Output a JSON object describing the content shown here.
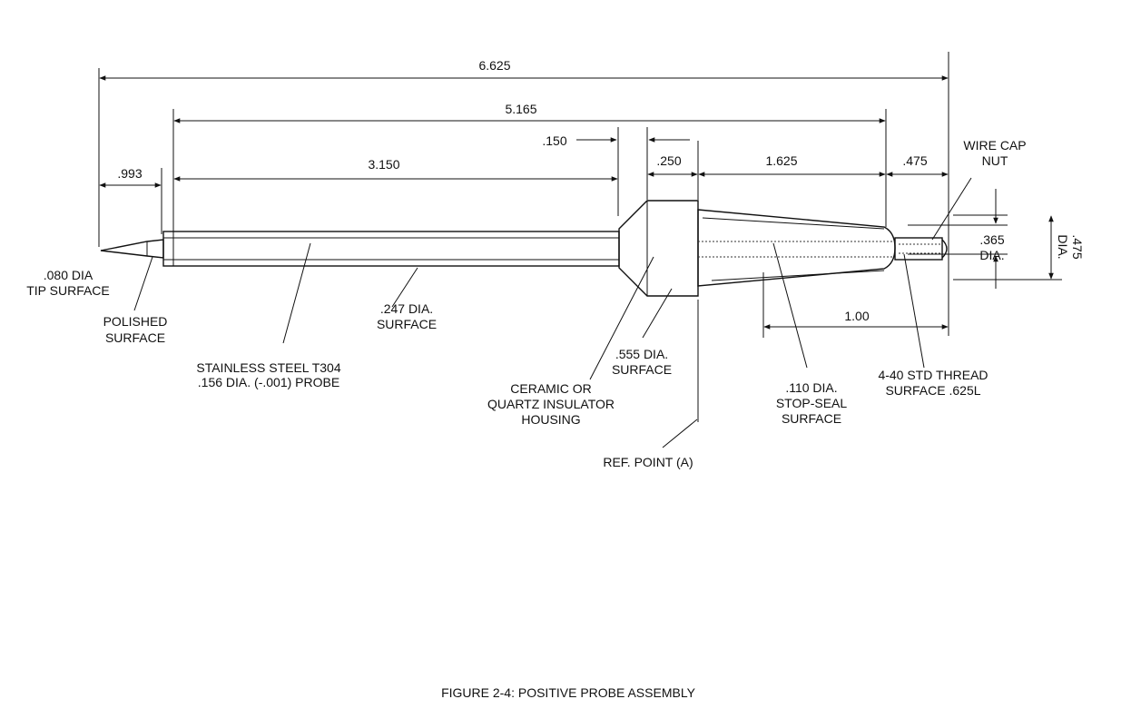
{
  "dimensions": {
    "overall": "6.625",
    "probe_length": "5.165",
    "tip_length": ".993",
    "probe_body": "3.150",
    "gap": ".150",
    "housing_width": ".250",
    "taper_length": "1.625",
    "nut_length": ".475",
    "thread_length": "1.00",
    "dia_365": ".365",
    "dia_365_unit": "DIA.",
    "dia_475": ".475",
    "dia_475_unit": "DIA."
  },
  "labels": {
    "tip_surface": [
      ".080 DIA",
      "TIP SURFACE"
    ],
    "polished": [
      "POLISHED",
      "SURFACE"
    ],
    "steel": [
      "STAINLESS STEEL T304",
      ".156 DIA. (-.001) PROBE"
    ],
    "surface_247": [
      ".247 DIA.",
      "SURFACE"
    ],
    "housing": [
      "CERAMIC OR",
      "QUARTZ  INSULATOR",
      "HOUSING"
    ],
    "surface_555": [
      ".555 DIA.",
      "SURFACE"
    ],
    "ref_point": "REF. POINT (A)",
    "stop_seal": [
      ".110 DIA.",
      "STOP-SEAL",
      "SURFACE"
    ],
    "thread": [
      "4-40 STD THREAD",
      "SURFACE .625L"
    ],
    "wire_cap": [
      "WIRE CAP",
      "NUT"
    ]
  },
  "caption": "FIGURE 2-4: POSITIVE PROBE ASSEMBLY"
}
